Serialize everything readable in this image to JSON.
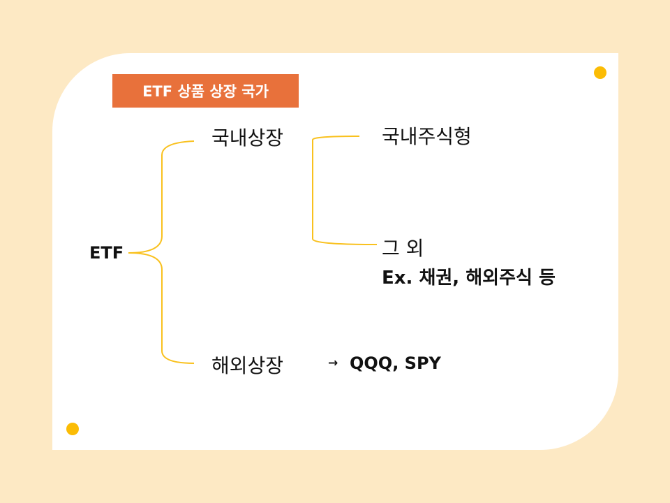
{
  "title": "ETF 상품 상장 국가",
  "root": "ETF",
  "branches": {
    "domestic": "국내상장",
    "overseas": "해외상장"
  },
  "domestic_children": {
    "stock": "국내주식형",
    "others": "그 외",
    "others_example": "Ex. 채권, 해외주식 등"
  },
  "overseas_detail": {
    "arrow": "→",
    "examples": "QQQ, SPY"
  },
  "colors": {
    "background": "#fde9c4",
    "card": "#ffffff",
    "badge": "#e8713b",
    "accent": "#fbbc05",
    "brace": "#f9c11e"
  }
}
